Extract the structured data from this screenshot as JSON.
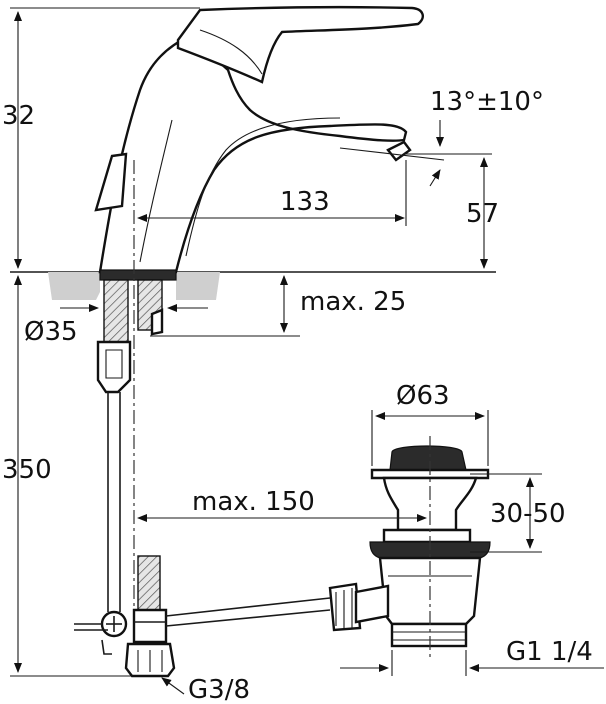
{
  "dimensions": {
    "height_top": "32",
    "angle": "13°±10°",
    "spout_reach": "133",
    "spout_height": "57",
    "hole_diameter": "Ø35",
    "max_deck": "max. 25",
    "waste_diameter": "Ø63",
    "height_pipe": "350",
    "max_offset": "max. 150",
    "waste_range": "30-50",
    "waste_thread": "G1 1/4",
    "supply_thread": "G3/8"
  }
}
